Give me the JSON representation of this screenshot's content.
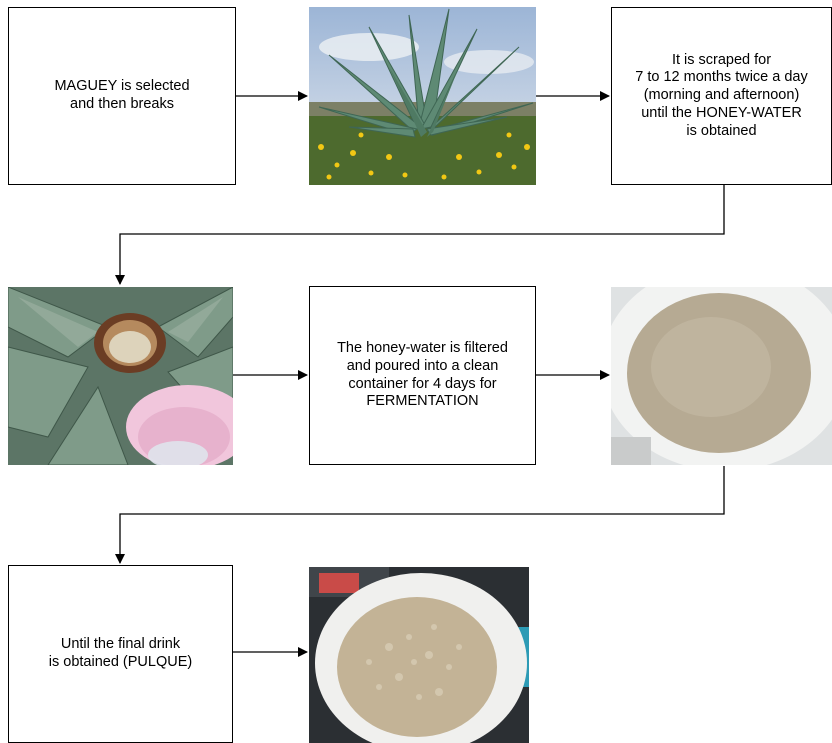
{
  "steps": {
    "select_maguey": "MAGUEY is selected\nand then breaks",
    "scrape": "It is scraped for\n7 to 12 months twice a day\n(morning and afternoon)\nuntil the HONEY-WATER\nis obtained",
    "filter": "The honey-water is filtered\nand poured into a clean\ncontainer for 4 days for\nFERMENTATION",
    "final": "Until the final drink\nis obtained (PULQUE)"
  },
  "colors": {
    "line": "#000000",
    "box_border": "#000000",
    "box_fill": "#ffffff"
  }
}
